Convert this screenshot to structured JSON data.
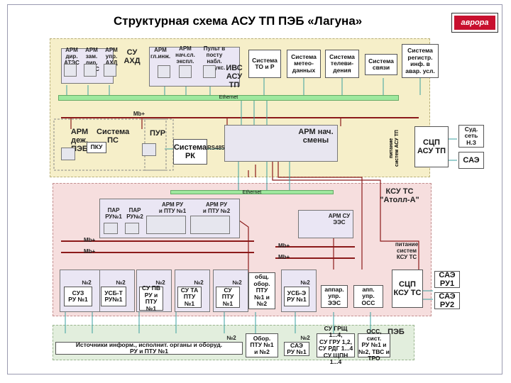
{
  "title": "Структурная схема АСУ ТП ПЭБ «Лагуна»",
  "logo_text": "аврора",
  "top_zone": {
    "arm_labels": [
      "АРМ\nдир.\nАТЭС",
      "АРМ\nзам. дир.\nАТЭС",
      "АРМ\nупр.\nАХД"
    ],
    "su_ahd": "СУ\nАХД",
    "arm_gl_inzh": "АРМ\nгл.инж.",
    "arm_nach_sl": "АРМ\nнач.сл.\nэкспл.",
    "pult": "Пульт в\nпосту набл.\nза букс.",
    "ivs_asu": "ИВС\nАСУ\nТП",
    "systems": [
      "Система\nТО и Р",
      "Система\nметео-\nданных",
      "Система\nтелеви-\nдения",
      "Система\nсвязи",
      "Система\nрегистр.\nинф. в\nавар. усл."
    ],
    "ethernet": "Ethernet",
    "mb": "Mb+",
    "arm_dezh": "АРМ\nдеж.\nПЭБ",
    "system_ps": "Система\nПС",
    "pku": "ПКУ",
    "pur": "ПУР",
    "system_rk": "Система\nРК",
    "rs485": "RS485",
    "arm_nach_smeny": "АРМ нач.\nсмены",
    "pitanie_su": "питание\nсистем АСУ ТП",
    "scp_asu": "СЦП\nАСУ ТП",
    "sud_set": "Суд.\nсеть\nН.З",
    "sae": "САЭ"
  },
  "mid_zone": {
    "ethernet": "Ethernet",
    "title": "КСУ ТС\n\"Атолл-А\"",
    "par_1": "ПАР\nРУ№1",
    "par_2": "ПАР\nРУ№2",
    "arm_ru_1": "АРМ РУ\nи ПТУ №1",
    "arm_ru_2": "АРМ РУ\nи ПТУ №2",
    "arm_su_ees": "АРМ СУ\nЭЭС",
    "mb_left_1": "Mb+",
    "mb_left_2": "Mb+",
    "mb_right_1": "Mb+",
    "mb_right_2": "Mb+",
    "n2": "№2",
    "modules": [
      "СУЗ\nРУ №1",
      "УСБ-Т\nРУ№1",
      "СУ ПВ\nРУ и\nПТУ\n№1",
      "СУ ТА\nПТУ\n№1",
      "СУ\nПТУ\n№1",
      "общ.\nобор.\nПТУ\n№1 и\n№2",
      "УСБ-Э\nРУ №1",
      "аппар.\nупр.\nЭЭС",
      "апп.\nупр.\nОСС"
    ],
    "pitanie_ksu": "питание\nсистем\nКСУ ТС",
    "scp_ksu": "СЦП\nКСУ ТС",
    "sae_ru1": "САЭ\nРУ1",
    "sae_ru2": "САЭ\nРУ2"
  },
  "bottom_zone": {
    "peb": "ПЭБ",
    "sources": "Источники информ., исполнит. органы и оборуд.\nРУ и ПТУ №1",
    "n2": "№2",
    "obsh_obor": "Обор.\nПТУ №1\nи №2",
    "sae_ru1": "САЭ\nРУ №1",
    "su_grsh": "СУ ГРЩ 1...4,\nСУ ГРУ 1,2,\nСУ РДГ 1...4\nСУ ЩПН 1...4",
    "oss": "ОСС, сист.\nРУ №1 и\n№2, ТВС и\nТРО"
  },
  "colors": {
    "top_zone": "#f6efc9",
    "mid_zone": "#f6dede",
    "bot_zone": "#e2eedd",
    "ethernet": "#9ee89e",
    "bus": "#8b1a1a",
    "link": "#3aa0a0"
  }
}
